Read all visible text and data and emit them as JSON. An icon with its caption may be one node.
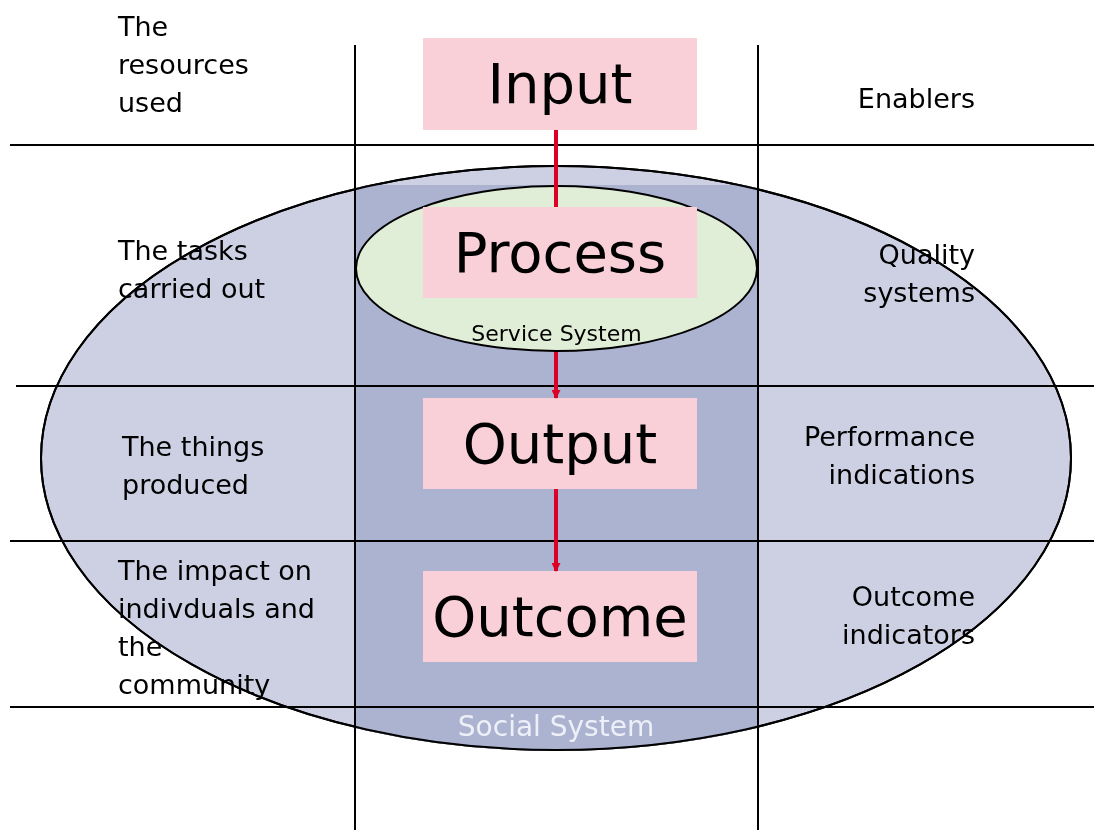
{
  "diagram": {
    "nodes": [
      {
        "text": [
          "Social System"
        ]
      },
      {
        "text": [
          "Service System"
        ],
        "in": 0
      },
      {
        "text": [
          "Input"
        ]
      },
      {
        "text": [
          "Process"
        ],
        "in": 1
      },
      {
        "text": [
          "Output"
        ],
        "in": 0
      },
      {
        "text": [
          "Outcome"
        ],
        "in": 0
      }
    ],
    "edges": [
      {
        "from": 2,
        "to": 3,
        "arrow": "none"
      },
      {
        "from": 1,
        "to": 4,
        "arrow": "to"
      },
      {
        "from": 4,
        "to": 5,
        "arrow": "to"
      }
    ],
    "labels": [
      "The resources used",
      "Enablers",
      "The tasks carried out",
      "Quality systems",
      "The things produced",
      "Performance indications",
      "The impact on indivduals and the community",
      "Outcome indicators"
    ]
  }
}
